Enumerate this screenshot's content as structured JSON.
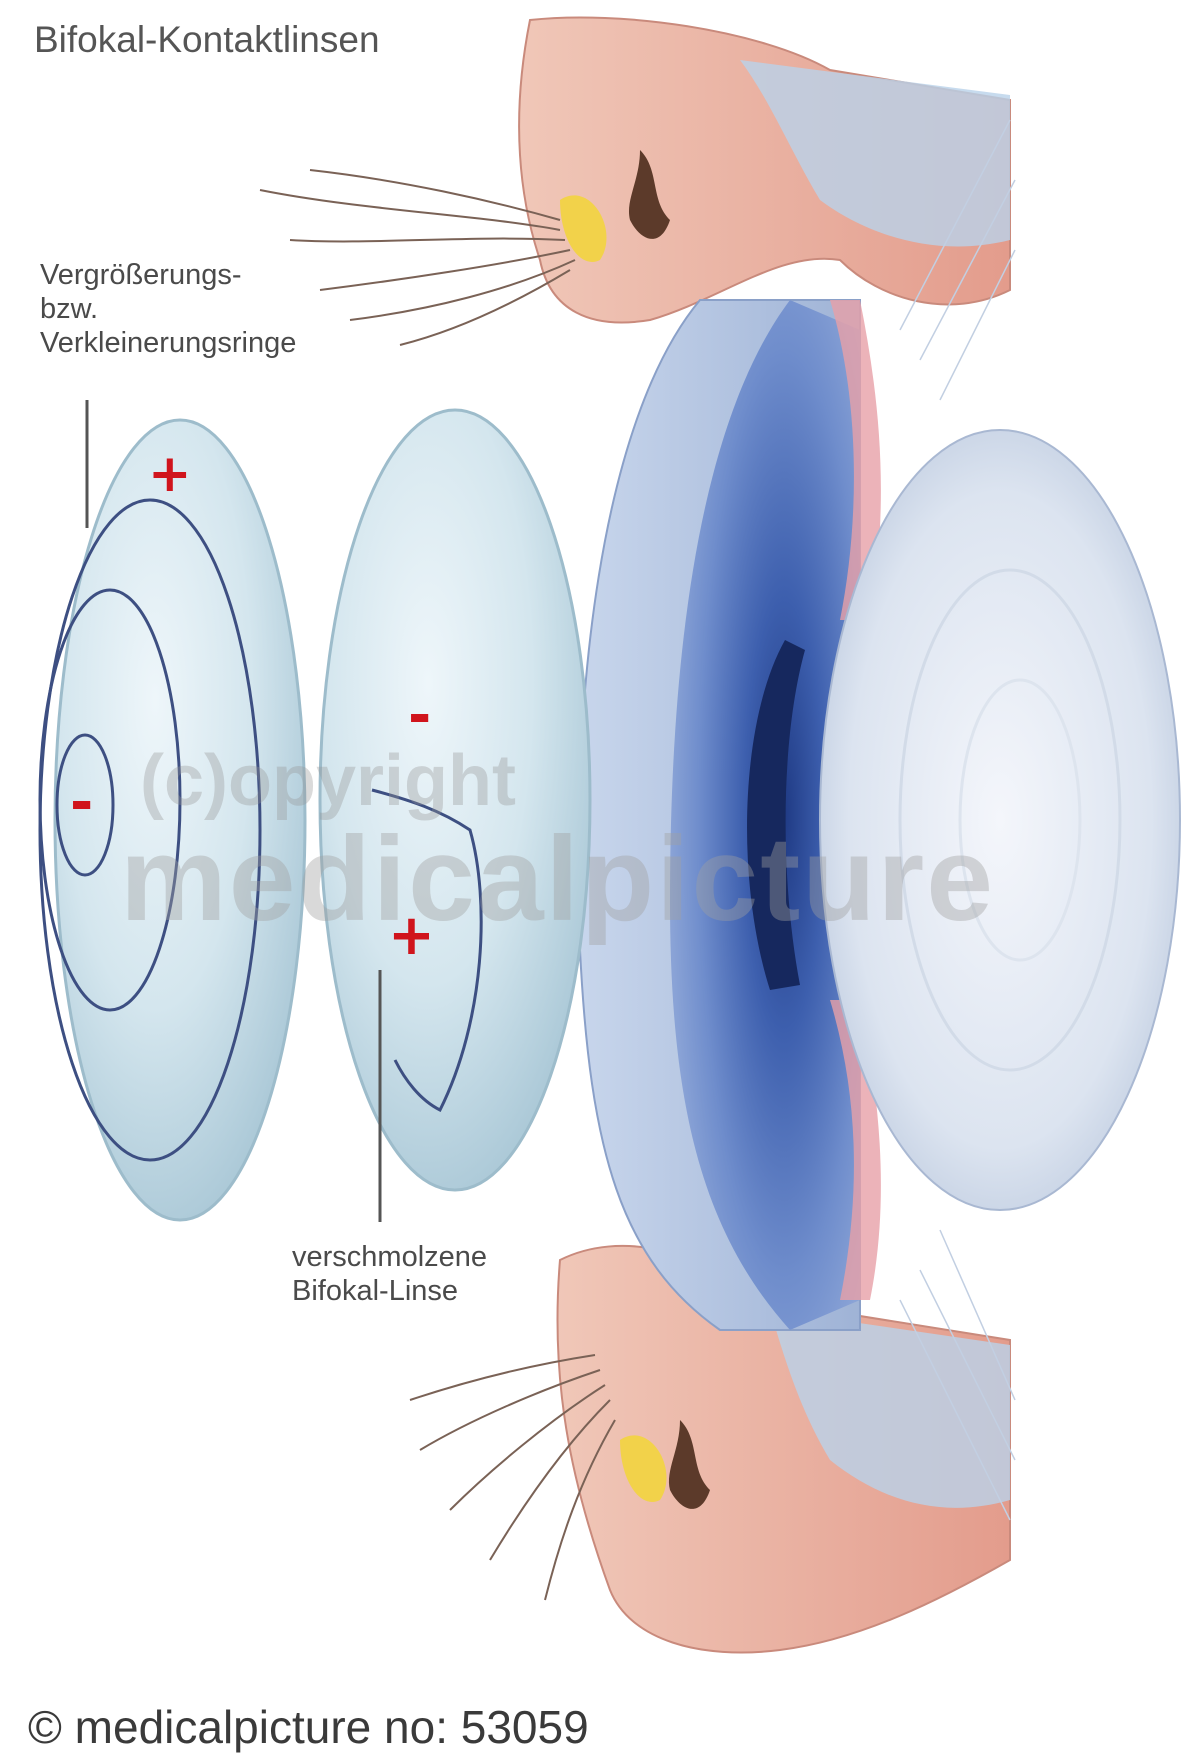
{
  "title": "Bifokal-Kontaktlinsen",
  "labels": {
    "rings": [
      "Vergrößerungs-",
      "bzw.",
      "Verkleinerungsringe"
    ],
    "fused": [
      "verschmolzene",
      "Bifokal-Linse"
    ]
  },
  "signs": {
    "plus": "+",
    "minus": "-"
  },
  "watermark": {
    "line1": "(c)opyright",
    "line2": "medicalpicture"
  },
  "footer": "© medicalpicture no: 53059",
  "colors": {
    "lens": "#c9dde8",
    "iris": "#4f70b8",
    "cornea": "#b9cbe6",
    "tissue": "#e8b0a4",
    "sign": "#d0141c",
    "text": "#4a4a4a"
  }
}
